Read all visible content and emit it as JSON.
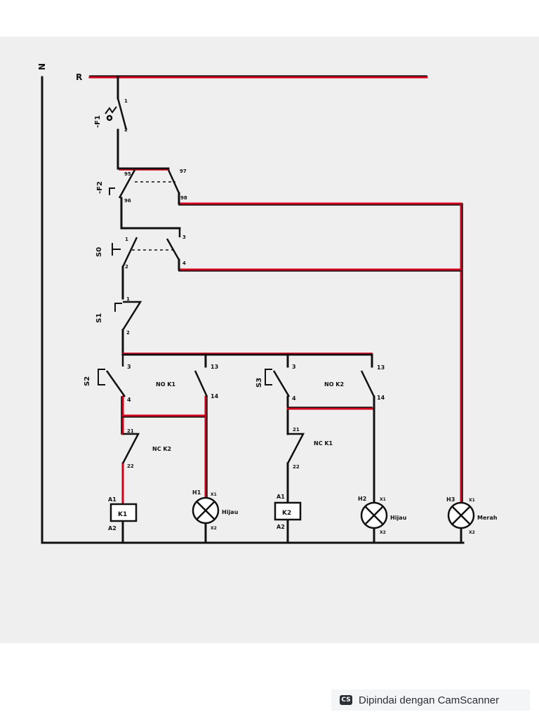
{
  "colors": {
    "paper": "#eeefee",
    "red": "#d0021b",
    "ink": "#111111"
  },
  "rails": {
    "phase": "R",
    "neutral": "N"
  },
  "components": {
    "f1": {
      "name": "-F1",
      "t1": "1",
      "t2": "2"
    },
    "f2": {
      "name": "-F2",
      "t95": "95",
      "t96": "96",
      "t97": "97",
      "t98": "98"
    },
    "s0": {
      "name": "S0",
      "t1": "1",
      "t2": "2",
      "t3": "3",
      "t4": "4"
    },
    "s1": {
      "name": "S1",
      "t1": "1",
      "t2": "2"
    },
    "s2": {
      "name": "S2",
      "t3": "3",
      "t4": "4"
    },
    "s3": {
      "name": "S3",
      "t3": "3",
      "t4": "4"
    },
    "no_k1": {
      "name": "NO K1",
      "t13": "13",
      "t14": "14"
    },
    "no_k2": {
      "name": "NO K2",
      "t13": "13",
      "t14": "14"
    },
    "nc_k2": {
      "name": "NC K2",
      "t21": "21",
      "t22": "22"
    },
    "nc_k1": {
      "name": "NC K1",
      "t21": "21",
      "t22": "22"
    },
    "k1": {
      "name": "K1",
      "a1": "A1",
      "a2": "A2"
    },
    "k2": {
      "name": "K2",
      "a1": "A1",
      "a2": "A2"
    },
    "h1": {
      "name": "H1",
      "x1": "X1",
      "x2": "X2",
      "color": "Hijau"
    },
    "h2": {
      "name": "H2",
      "x1": "X1",
      "x2": "X2",
      "color": "Hijau"
    },
    "h3": {
      "name": "H3",
      "x1": "X1",
      "x2": "X2",
      "color": "Merah"
    }
  },
  "badge": {
    "icon": "CS",
    "text": "Dipindai dengan CamScanner"
  }
}
